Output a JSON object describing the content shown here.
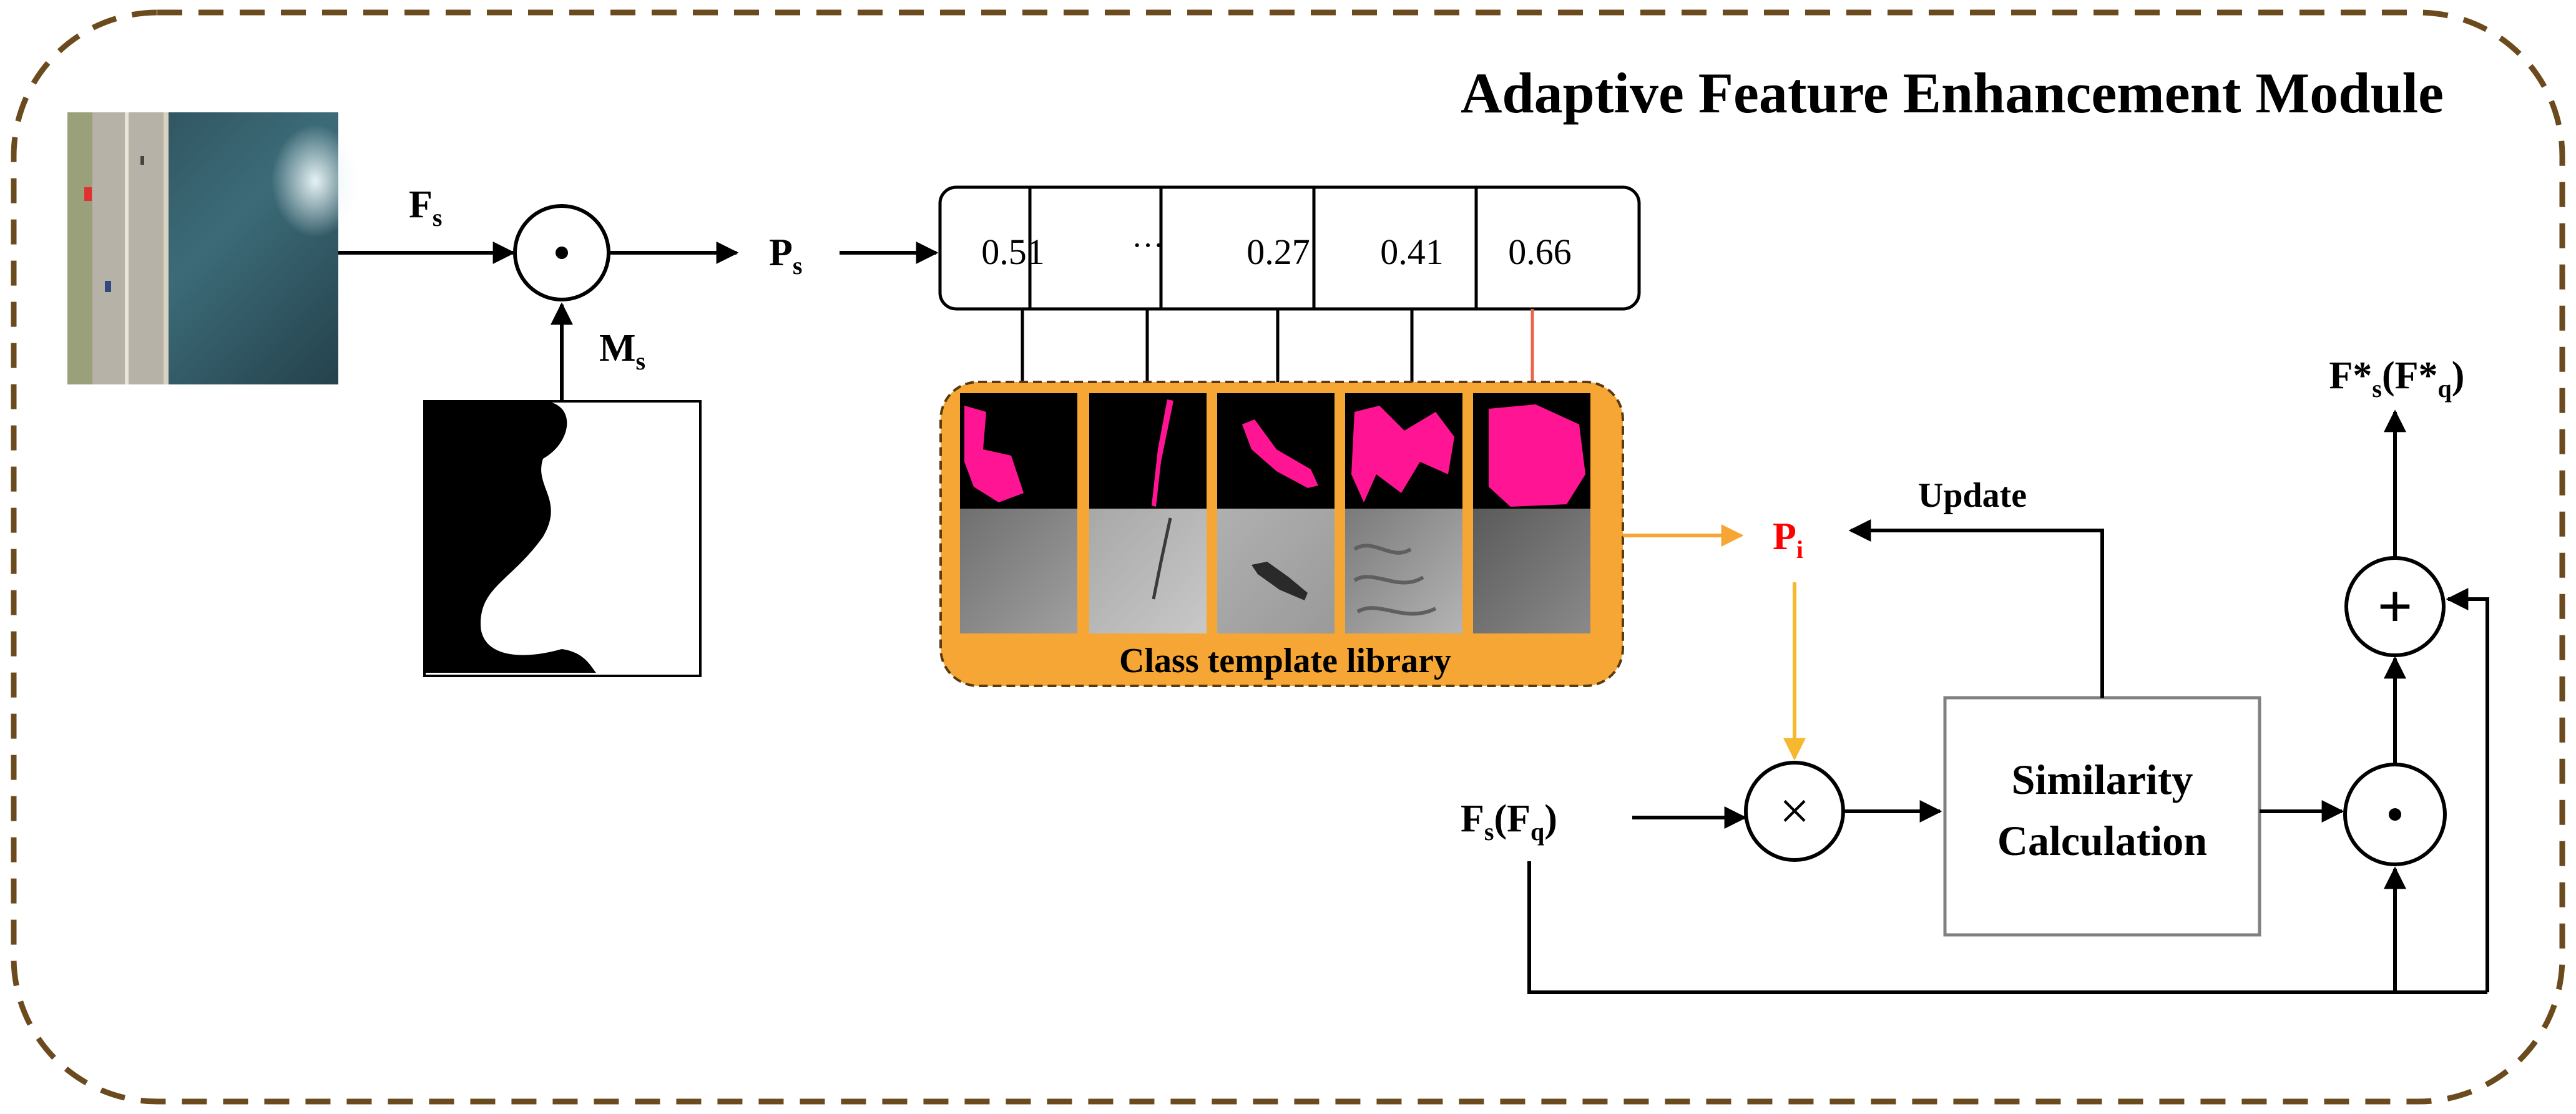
{
  "title": "Adaptive Feature Enhancement Module",
  "colors": {
    "frame_border": "#6b4a1e",
    "library_fill": "#f5a634",
    "library_border": "#5a3a10",
    "line": "#000000",
    "prototype_red": "#ff0000",
    "arrow_orange": "#f5a634",
    "arrow_yellow": "#f5b82e",
    "connector_red": "#e8644a",
    "mask_pink": "#ff1493",
    "calc_border": "#808080"
  },
  "labels": {
    "fs": {
      "base": "F",
      "sub": "s"
    },
    "ms": {
      "base": "M",
      "sub": "s"
    },
    "ps": {
      "base": "P",
      "sub": "s"
    },
    "pi": {
      "base": "P",
      "sub": "i"
    },
    "fs_fq": {
      "a": "F",
      "a_sub": "s",
      "b": "(F",
      "b_sub": "q",
      "c": ")"
    },
    "fstar": {
      "a": "F*",
      "a_sub": "s",
      "b": "(F*",
      "b_sub": "q",
      "c": ")"
    },
    "update": "Update",
    "similarity_line1": "Similarity",
    "similarity_line2": "Calculation",
    "library": "Class template library"
  },
  "operators": {
    "hadamard": "·",
    "multiply": "×",
    "add": "+"
  },
  "prototype_cells": [
    "0.51",
    "···",
    "0.27",
    "0.41",
    "0.66"
  ]
}
